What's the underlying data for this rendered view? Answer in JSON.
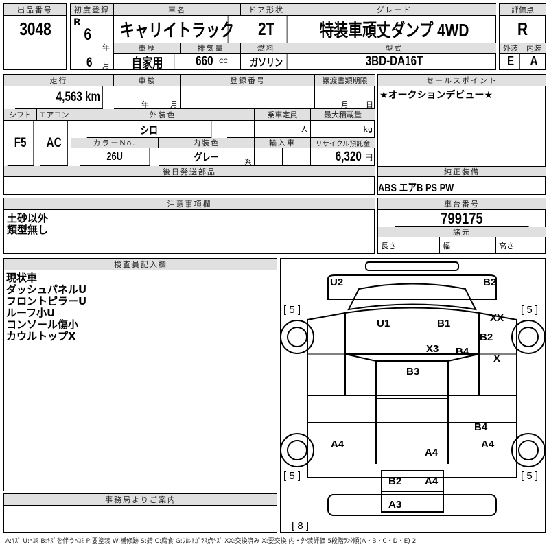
{
  "lot": {
    "label": "出品番号",
    "value": "3048"
  },
  "first_reg": {
    "label": "初度登録",
    "era": "R",
    "year": "6",
    "year_unit": "年",
    "month": "6",
    "month_unit": "月"
  },
  "car_name": {
    "label": "車名",
    "value": "キャリイトラック"
  },
  "door": {
    "label": "ドア形状",
    "value": "2T"
  },
  "grade": {
    "label": "グレード",
    "value": "特装車頑丈ダンプ 4WD"
  },
  "score": {
    "label": "評価点",
    "value": "R",
    "ext_label": "外装",
    "ext": "E",
    "int_label": "内装",
    "int": "A"
  },
  "history": {
    "label": "車歴",
    "value": "自家用"
  },
  "displacement": {
    "label": "排気量",
    "value": "660",
    "unit": "CC"
  },
  "fuel": {
    "label": "燃料",
    "value": "ガソリン"
  },
  "model": {
    "label": "型式",
    "value": "3BD-DA16T"
  },
  "mileage": {
    "label": "走行",
    "value": "4,563 km"
  },
  "inspection": {
    "label": "車検",
    "year_unit": "年",
    "month_unit": "月"
  },
  "reg_no": {
    "label": "登録番号"
  },
  "transfer": {
    "label": "譲渡書類期限",
    "month_unit": "月",
    "day_unit": "日"
  },
  "shift": {
    "label": "シフト",
    "value": "F5"
  },
  "ac": {
    "label": "エアコン",
    "value": "AC"
  },
  "ext_color": {
    "label": "外装色",
    "value": "シロ"
  },
  "capacity": {
    "label": "乗車定員",
    "unit": "人"
  },
  "max_load": {
    "label": "最大積載量",
    "unit": "kg"
  },
  "color_no": {
    "label": "カラーNo.",
    "value": "26U"
  },
  "int_color": {
    "label": "内装色",
    "value": "グレー",
    "suffix": "系"
  },
  "import": {
    "label": "輸入車"
  },
  "recycle": {
    "label": "リサイクル預託金",
    "value": "6,320",
    "unit": "円"
  },
  "later_parts": {
    "label": "後日発送部品"
  },
  "sales_point": {
    "label": "セールスポイント",
    "value": "★オークションデビュー★"
  },
  "equipment": {
    "label": "純正装備",
    "value": "ABS エアB PS PW"
  },
  "notes": {
    "label": "注意事項欄",
    "value": "土砂以外\n類型無し"
  },
  "chassis": {
    "label": "車台番号",
    "value": "799175",
    "spec_label": "諸元",
    "length": "長さ",
    "width": "幅",
    "height": "高さ"
  },
  "inspector": {
    "label": "検査員記入欄",
    "value": "現状車\nダッシュパネルU\nフロントピラーU\nルーフ小U\nコンソール傷小\nカウルトップX"
  },
  "office": {
    "label": "事務局よりご案内"
  },
  "diagram": {
    "marks": [
      "U2",
      "B2",
      "U1",
      "B1",
      "XX",
      "B2",
      "X3",
      "B4",
      "X",
      "B3",
      "B4",
      "A4",
      "A4",
      "A4",
      "B2",
      "A4",
      "A3"
    ],
    "tires": [
      "[ 5 ]",
      "[ 5 ]",
      "[ 5 ]",
      "[ 5 ]",
      "[ 8 ]"
    ]
  },
  "legend": "A:ｷｽﾞ U:ﾍｺﾐ B:ｷｽﾞを伴うﾍｺﾐ P:要塗装 W:補修跡 S:錆 C:腐食 G:ﾌﾛﾝﾄｶﾞﾗｽ点ｷｽﾞ XX:交換済み X:要交換 内・外装評価 5段階ﾗﾝｸ順(A・B・C・D・E) 2"
}
